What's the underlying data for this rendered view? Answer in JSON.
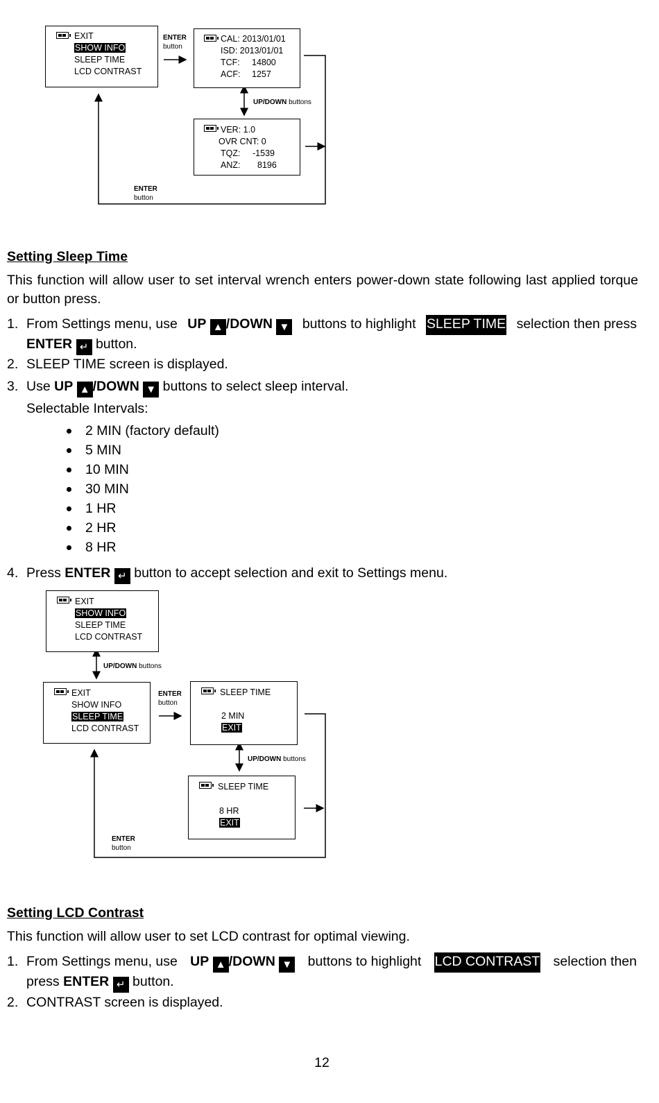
{
  "diagram1": {
    "menu": [
      "EXIT",
      "SHOW INFO",
      "SLEEP TIME",
      "LCD CONTRAST"
    ],
    "enter_label": "ENTER",
    "button_label": "button",
    "info1": [
      "CAL: 2013/01/01",
      "ISD: 2013/01/01",
      "TCF:",
      "14800",
      "ACF:",
      "1257"
    ],
    "updown_label": "UP/DOWN",
    "buttons_label": "buttons",
    "info2": [
      "VER: 1.0",
      "OVR CNT: 0",
      "TQZ:",
      "-1539",
      "ANZ:",
      "8196"
    ]
  },
  "sleep": {
    "heading": "Setting Sleep Time",
    "intro": "This function will allow user to set interval wrench enters power-down state following last applied torque or button press.",
    "s1_num": "1.",
    "s1_a": "From Settings menu, use",
    "up": "UP",
    "down": "/DOWN",
    "s1_b": "buttons to highlight",
    "s1_hl": "SLEEP TIME",
    "s1_c": "selection then press",
    "enter": "ENTER",
    "s1_d": "button.",
    "s2_num": "2.",
    "s2": "SLEEP TIME screen is displayed.",
    "s3_num": "3.",
    "s3_a": "Use",
    "s3_b": "buttons to select sleep interval.",
    "s3_c": "Selectable Intervals:",
    "intervals": [
      "2 MIN (factory default)",
      "5 MIN",
      "10 MIN",
      "30 MIN",
      "1 HR",
      "2 HR",
      "8 HR"
    ],
    "s4_num": "4.",
    "s4_a": "Press",
    "s4_b": "button to accept selection and exit to Settings menu."
  },
  "diagram2": {
    "menu": [
      "EXIT",
      "SHOW INFO",
      "SLEEP TIME",
      "LCD CONTRAST"
    ],
    "sleep_title": "SLEEP TIME",
    "val1": "2 MIN",
    "val2": "8 HR",
    "exit": "EXIT"
  },
  "lcd": {
    "heading": "Setting LCD Contrast",
    "intro": "This function will allow user to set LCD contrast for optimal viewing.",
    "s1_hl": "LCD CONTRAST",
    "s1_c": "selection then",
    "s1_d1": "press",
    "s2": "CONTRAST screen is displayed."
  },
  "page_number": "12",
  "icons": [
    "up-arrow-key-icon",
    "down-arrow-key-icon",
    "enter-key-icon",
    "battery-icon"
  ]
}
